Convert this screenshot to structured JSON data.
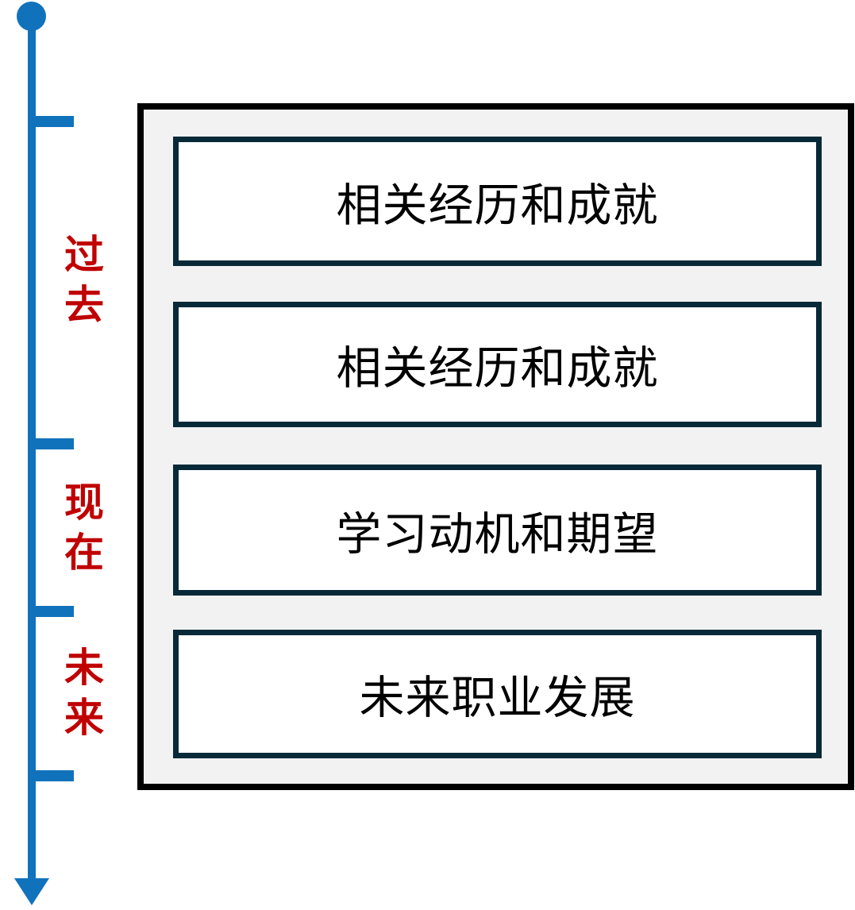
{
  "timeline": {
    "line_color": "#1172BC",
    "label_color": "#C00000",
    "labels": [
      {
        "id": "past",
        "text": "过去"
      },
      {
        "id": "present",
        "text": "现在"
      },
      {
        "id": "future",
        "text": "未来"
      }
    ]
  },
  "panel": {
    "background": "#F2F2F2",
    "border_color": "#000000",
    "box_border_color": "#072938",
    "box_fill": "#FFFFFF",
    "box_text_color": "#000000",
    "boxes": [
      {
        "label": "相关经历和成就"
      },
      {
        "label": "相关经历和成就"
      },
      {
        "label": "学习动机和期望"
      },
      {
        "label": "未来职业发展"
      }
    ]
  }
}
